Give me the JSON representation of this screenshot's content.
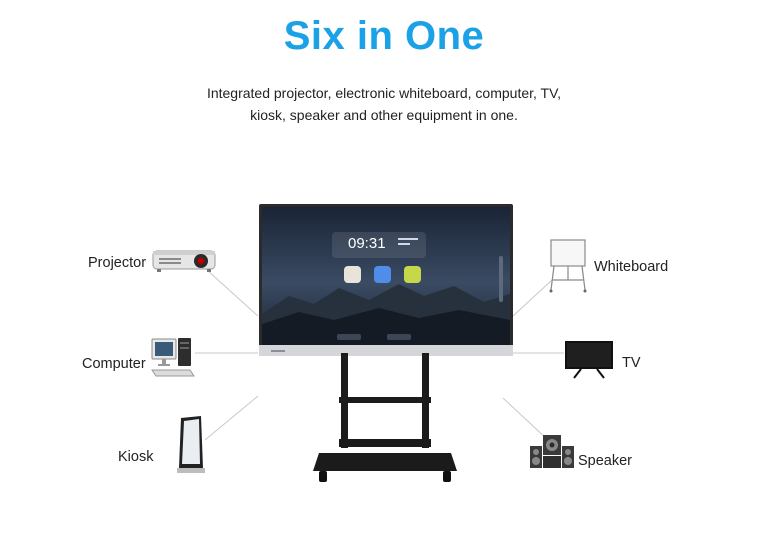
{
  "title": "Six in One",
  "description": {
    "line1": "Integrated projector, electronic whiteboard, computer, TV,",
    "line2": "kiosk, speaker and other equipment in one."
  },
  "labels": {
    "projector": "Projector",
    "computer": "Computer",
    "kiosk": "Kiosk",
    "whiteboard": "Whiteboard",
    "tv": "TV",
    "speaker": "Speaker"
  },
  "screen": {
    "time": "09:31"
  },
  "colors": {
    "title": "#1aa1e6",
    "text": "#222222",
    "device_dark": "#1b1b1b",
    "connector": "#c8c8c8"
  },
  "icons": {
    "projector": "projector-icon",
    "computer": "desktop-computer-icon",
    "kiosk": "kiosk-totem-icon",
    "whiteboard": "whiteboard-easel-icon",
    "tv": "television-icon",
    "speaker": "speaker-system-icon"
  }
}
